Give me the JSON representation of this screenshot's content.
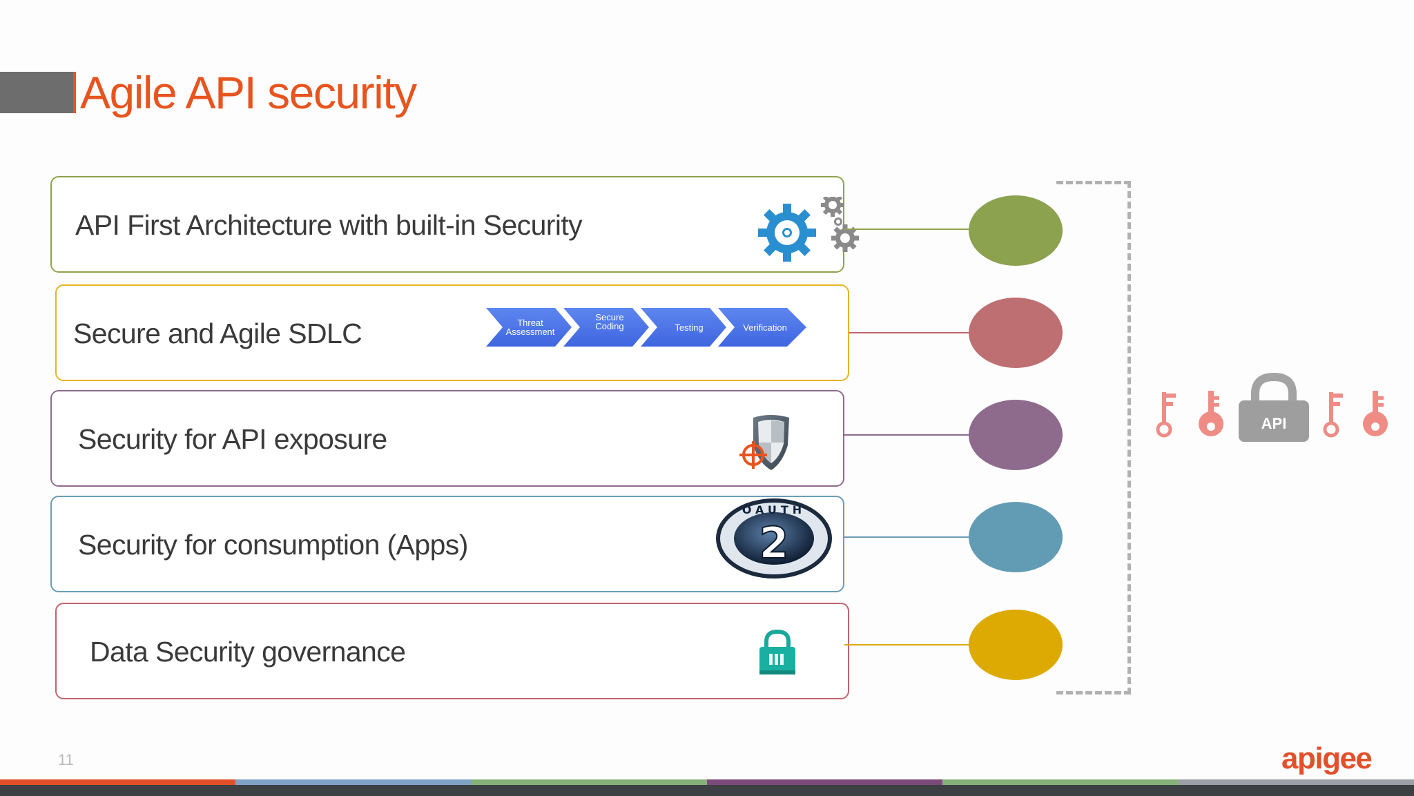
{
  "slide": {
    "title": "Agile API security",
    "page_number": "11",
    "brand": "apigee"
  },
  "rows": [
    {
      "label": "API First Architecture with built-in Security",
      "icon": "gears-icon",
      "color": "#8ea24e"
    },
    {
      "label": "Secure and Agile SDLC",
      "icon": "sdlc-chevrons",
      "color": "#e6b422"
    },
    {
      "label": "Security for API exposure",
      "icon": "shield-target-icon",
      "color": "#8d6a8f"
    },
    {
      "label": "Security for consumption (Apps)",
      "icon": "oauth-2-icon",
      "color": "#6a9cb5"
    },
    {
      "label": "Data Security governance",
      "icon": "data-lock-icon",
      "color": "#c0636e"
    }
  ],
  "sdlc_steps": [
    {
      "line1": "Threat",
      "line2": "Assessment"
    },
    {
      "line1": "Secure",
      "line2": "Coding"
    },
    {
      "line1": "Testing",
      "line2": ""
    },
    {
      "line1": "Verification",
      "line2": ""
    }
  ],
  "dots": [
    "#8ca24f",
    "#be6f72",
    "#8e6a8d",
    "#629cb4",
    "#dcaa02"
  ],
  "api_icon": {
    "label": "API",
    "icon": "api-padlock-icon",
    "key_color": "#ef8c85"
  },
  "oauth_badge": {
    "ring_text": "OAUTH",
    "number": "2"
  },
  "footer_strip_colors": [
    "#e2502a",
    "#7ea3c5",
    "#86b17a",
    "#7c4a7a",
    "#86b17a",
    "#9aa0a6"
  ]
}
